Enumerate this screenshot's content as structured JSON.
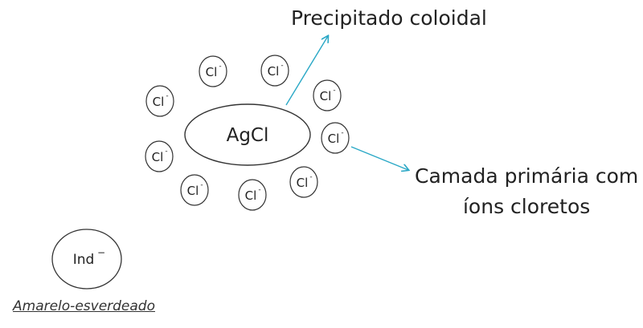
{
  "center_label": "AgCl",
  "ion_label": "Cl",
  "ion_charge": "-",
  "indicator_label": "Ind",
  "indicator_charge": "−",
  "label_precipitado": "Precipitado coloidal",
  "label_camada_line1": "Camada primária com",
  "label_camada_line2": "íons cloretos",
  "label_amarelo": "Amarelo-esverdeado",
  "colors": {
    "arrow": "#2aa8c6",
    "stroke": "#333333",
    "text": "#222222"
  }
}
